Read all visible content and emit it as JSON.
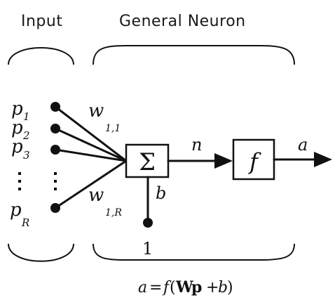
{
  "headers": {
    "input": "Input",
    "neuron": "General Neuron"
  },
  "inputs": {
    "p": "p",
    "sub1": "1",
    "sub2": "2",
    "sub3": "3",
    "subR": "R"
  },
  "weights": {
    "w": "w",
    "w11_sub": "1,1",
    "w1R_sub": "1,R"
  },
  "neuron": {
    "sum_symbol": "Σ",
    "transfer_symbol": "f",
    "n_label": "n",
    "a_label": "a",
    "bias_label": "b",
    "bias_input": "1"
  },
  "equation": {
    "a": "a",
    "eq": "=",
    "f": "f",
    "open": "(",
    "W": "W",
    "p": "p",
    "plus": "+",
    "b": "b",
    "close": ")"
  },
  "colors": {
    "ink": "#111111",
    "background": "#ffffff"
  }
}
